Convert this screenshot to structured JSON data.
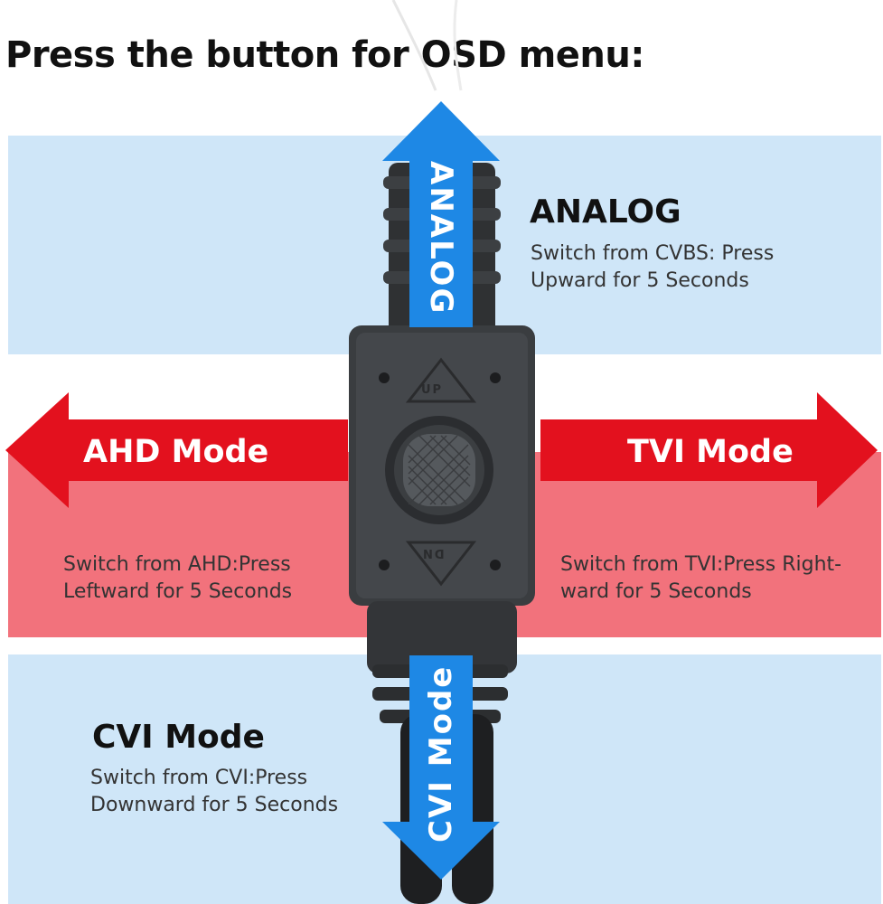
{
  "heading": "Press the button for OSD menu:",
  "analog": {
    "arrow_label": "ANALOG",
    "title": "ANALOG",
    "desc_line1": "Switch from CVBS: Press",
    "desc_line2": "Upward for 5 Seconds"
  },
  "ahd": {
    "arrow_label": "AHD Mode",
    "desc_line1": "Switch from AHD:Press",
    "desc_line2": "Leftward for 5 Seconds"
  },
  "tvi": {
    "arrow_label": "TVI Mode",
    "desc_line1": "Switch from TVI:Press Right-",
    "desc_line2": "ward for 5 Seconds"
  },
  "cvi": {
    "arrow_label": "CVI Mode",
    "title": "CVI Mode",
    "desc_line1": "Switch from CVI:Press",
    "desc_line2": "Downward for 5 Seconds"
  },
  "device": {
    "up_label": "UP",
    "dn_label": "DN"
  },
  "colors": {
    "panel_blue": "#cfe6f8",
    "panel_red": "#f2727c",
    "arrow_blue": "#1e88e5",
    "arrow_red": "#e3111e",
    "device_body": "#3a3d40"
  }
}
